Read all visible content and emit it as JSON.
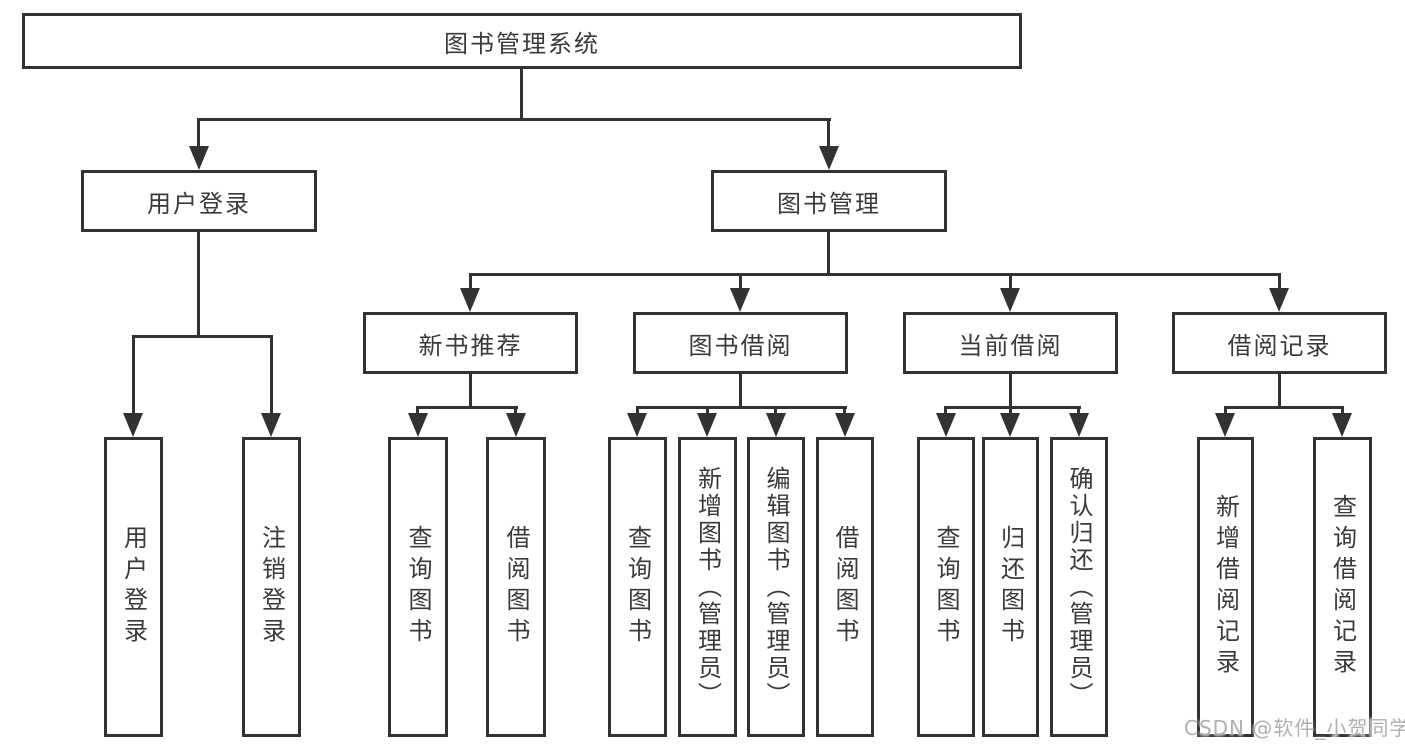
{
  "nodes": {
    "root": "图书管理系统",
    "level2": [
      "用户登录",
      "图书管理"
    ],
    "level3": [
      "新书推荐",
      "图书借阅",
      "当前借阅",
      "借阅记录"
    ],
    "leaves_user_login": [
      "用户登录",
      "注销登录"
    ],
    "leaves_new_books": [
      "查询图书",
      "借阅图书"
    ],
    "leaves_book_borrow": [
      "查询图书",
      "新增图书（管理员）",
      "编辑图书（管理员）",
      "借阅图书"
    ],
    "leaves_current_borrow": [
      "查询图书",
      "归还图书",
      "确认归还（管理员）"
    ],
    "leaves_borrow_records": [
      "新增借阅记录",
      "查询借阅记录"
    ]
  },
  "watermark": "CSDN @软件_小贺同学",
  "colors": {
    "line": "#323232",
    "text": "#3a3a3a",
    "watermark": "#b0b0b0",
    "background": "#ffffff"
  }
}
